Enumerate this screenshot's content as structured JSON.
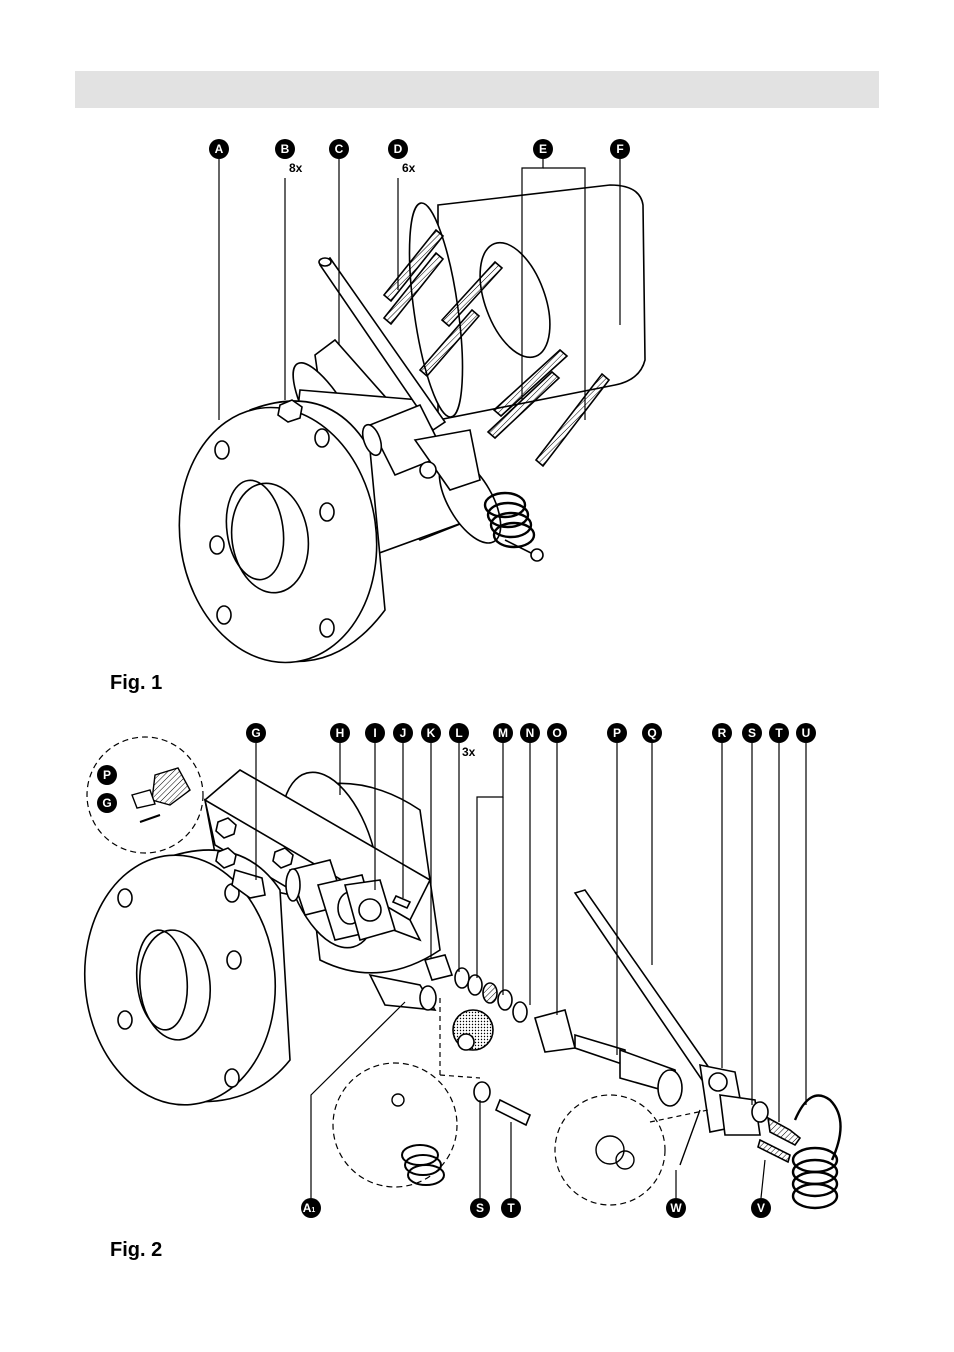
{
  "fig1": {
    "caption": "Fig. 1",
    "callouts": [
      {
        "letter": "A",
        "qty": ""
      },
      {
        "letter": "B",
        "qty": "8x"
      },
      {
        "letter": "C",
        "qty": ""
      },
      {
        "letter": "D",
        "qty": "6x"
      },
      {
        "letter": "E",
        "qty": ""
      },
      {
        "letter": "F",
        "qty": ""
      }
    ]
  },
  "fig2": {
    "caption": "Fig. 2",
    "top_callouts": [
      {
        "letter": "G",
        "qty": ""
      },
      {
        "letter": "H",
        "qty": ""
      },
      {
        "letter": "I",
        "qty": ""
      },
      {
        "letter": "J",
        "qty": ""
      },
      {
        "letter": "K",
        "qty": ""
      },
      {
        "letter": "L",
        "qty": "3x"
      },
      {
        "letter": "M",
        "qty": ""
      },
      {
        "letter": "N",
        "qty": ""
      },
      {
        "letter": "O",
        "qty": ""
      },
      {
        "letter": "P",
        "qty": ""
      },
      {
        "letter": "Q",
        "qty": ""
      },
      {
        "letter": "R",
        "qty": ""
      },
      {
        "letter": "S",
        "qty": ""
      },
      {
        "letter": "T",
        "qty": ""
      },
      {
        "letter": "U",
        "qty": ""
      }
    ],
    "inset_callouts": [
      {
        "letter": "P"
      },
      {
        "letter": "G"
      }
    ],
    "bottom_callouts": [
      {
        "letter": "A",
        "sub": "1"
      },
      {
        "letter": "S",
        "sub": ""
      },
      {
        "letter": "T",
        "sub": ""
      },
      {
        "letter": "W",
        "sub": ""
      },
      {
        "letter": "V",
        "sub": ""
      }
    ]
  }
}
